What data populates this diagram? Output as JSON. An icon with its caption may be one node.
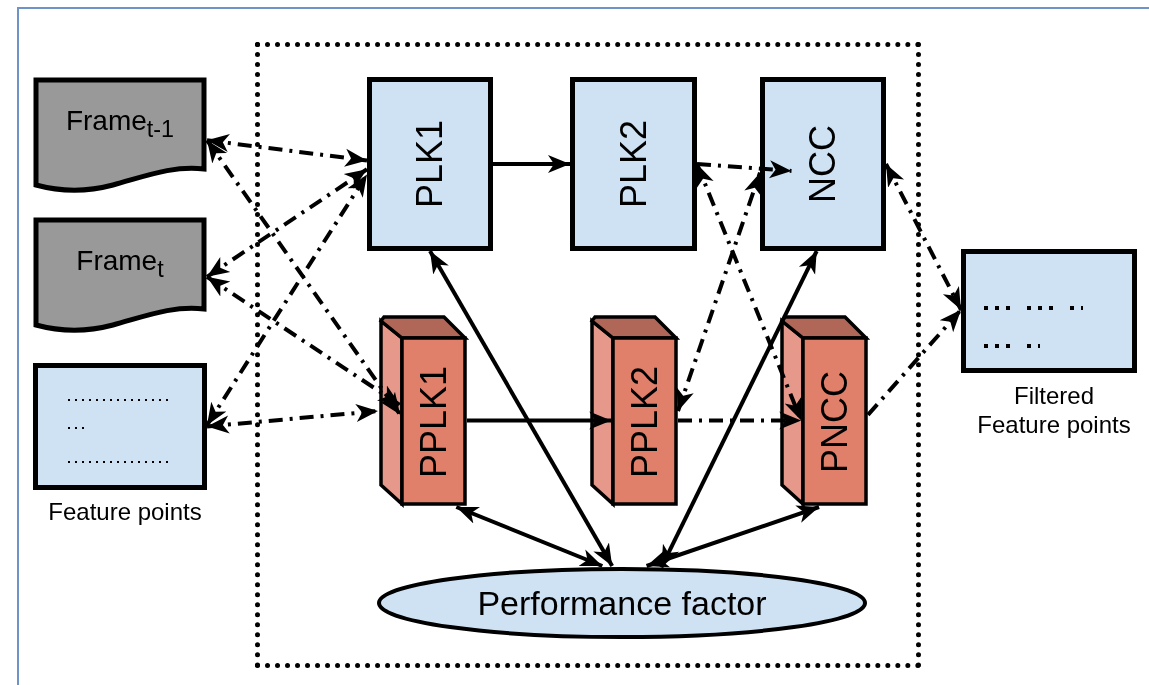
{
  "diagram": {
    "nodes": [
      {
        "text": [],
        "shape": "box"
      },
      {
        "text": [
          "Frame$_{t-1}$"
        ]
      },
      {
        "text": [
          "Frame$_{t}$"
        ]
      },
      {
        "text": [
          "Feature points"
        ]
      },
      {
        "text": [
          "PLK1"
        ],
        "in": 0
      },
      {
        "text": [
          "PLK2"
        ],
        "in": 0
      },
      {
        "text": [
          "NCC"
        ],
        "in": 0
      },
      {
        "text": [
          "PPLK1"
        ],
        "in": 0
      },
      {
        "text": [
          "PPLK2"
        ],
        "in": 0
      },
      {
        "text": [
          "PNCC"
        ],
        "in": 0
      },
      {
        "text": [
          "Performance factor"
        ],
        "in": 0
      },
      {
        "text": [
          "Filtered Feature points"
        ]
      }
    ],
    "edges": [
      {
        "from": 1,
        "to": 4,
        "arrow": "both",
        "style": "dashed"
      },
      {
        "from": 1,
        "to": 7,
        "arrow": "both",
        "style": "dashed"
      },
      {
        "from": 2,
        "to": 4,
        "arrow": "both",
        "style": "dashed"
      },
      {
        "from": 2,
        "to": 7,
        "arrow": "both",
        "style": "dashed"
      },
      {
        "from": 3,
        "to": 4,
        "arrow": "both",
        "style": "dashed"
      },
      {
        "from": 3,
        "to": 7,
        "arrow": "both",
        "style": "dashed"
      },
      {
        "from": 4,
        "to": 5,
        "arrow": "to"
      },
      {
        "from": 5,
        "to": 6,
        "arrow": "to",
        "style": "dashed"
      },
      {
        "from": 5,
        "to": 9,
        "arrow": "both",
        "style": "dashed"
      },
      {
        "from": 8,
        "to": 6,
        "arrow": "both",
        "style": "dashed"
      },
      {
        "from": 7,
        "to": 8,
        "arrow": "to"
      },
      {
        "from": 8,
        "to": 9,
        "arrow": "to",
        "style": "dashed"
      },
      {
        "from": 6,
        "to": 11,
        "arrow": "both",
        "style": "dashed"
      },
      {
        "from": 9,
        "to": 11,
        "arrow": "to",
        "style": "dashed"
      },
      {
        "from": 10,
        "to": 4,
        "arrow": "both"
      },
      {
        "from": 10,
        "to": 6,
        "arrow": "both"
      },
      {
        "from": 10,
        "to": 7,
        "arrow": "both"
      },
      {
        "from": 10,
        "to": 9,
        "arrow": "both"
      }
    ]
  }
}
